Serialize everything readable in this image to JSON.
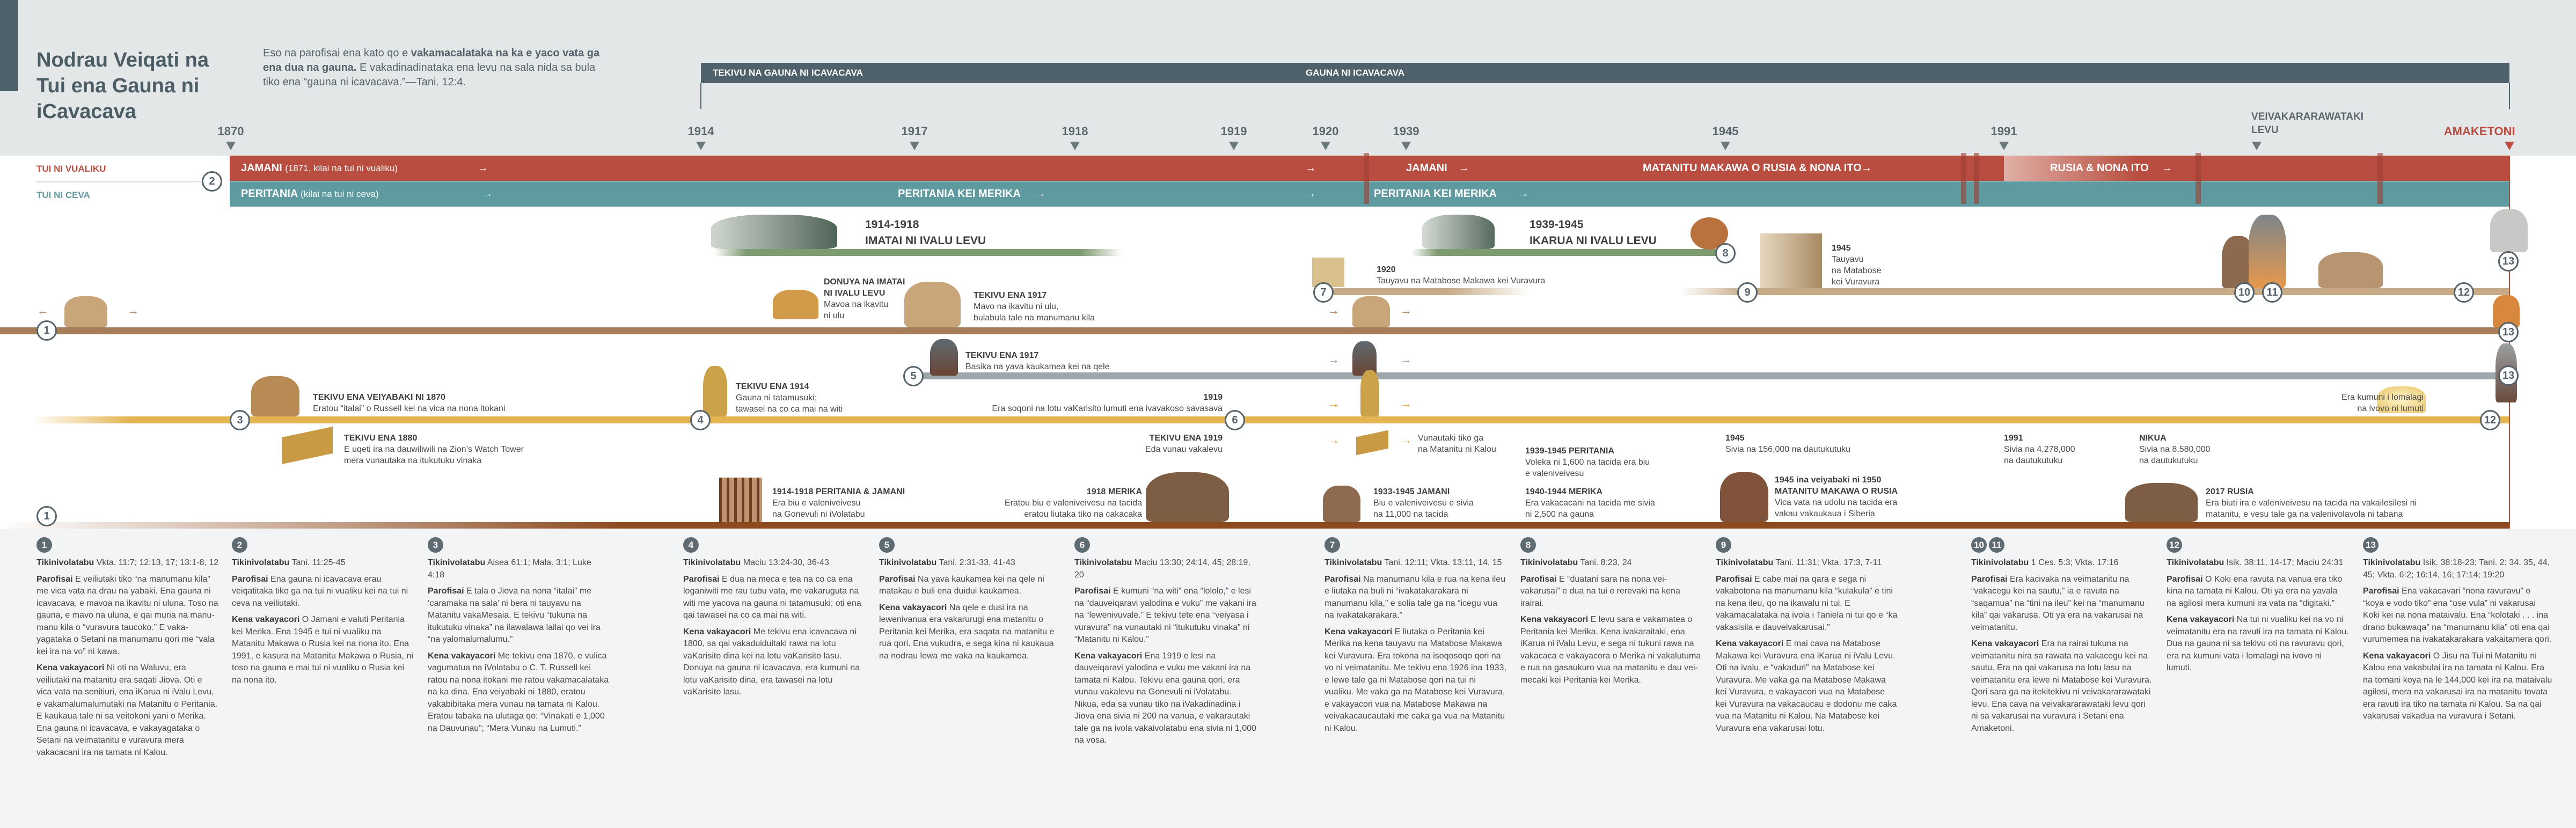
{
  "header": {
    "title": "Nodrau Veiqati na Tui ena Gauna ni iCavacava",
    "intro_pre": "Eso na parofisai ena kato qo e ",
    "intro_bold": "vakamacalataka na ka e yaco vata ga ena dua na gauna.",
    "intro_post": " E vakadinadinataka ena levu na sala nida sa bula tiko ena “gauna ni icavacava.”—Tani. 12:4.",
    "era_start": "TEKIVU NA GAUNA NI ICAVACAVA",
    "era_main": "GAUNA NI ICAVACAVA"
  },
  "years": [
    "1870",
    "1914",
    "1917",
    "1918",
    "1919",
    "1920",
    "1939",
    "1945",
    "1991",
    "VEIVAKARARAWATAKI LEVU",
    "AMAKETONI"
  ],
  "rows": {
    "north": "TUI NI VUALIKU",
    "south": "TUI NI CEVA"
  },
  "red_band": {
    "jamani": "JAMANI",
    "jamani_note": "(1871, kilai na tui ni vualiku)",
    "jamani2": "JAMANI",
    "ussr": "MATANITU MAKAWA O RUSIA & NONA ITO",
    "russia": "RUSIA & NONA ITO",
    "arrow": "→"
  },
  "teal_band": {
    "britain": "PERITANIA",
    "britain_note": "(kilai na tui ni ceva)",
    "angloam": "PERITANIA KEI MERIKA",
    "angloam2": "PERITANIA KEI MERIKA",
    "arrow": "→"
  },
  "markers": [
    "1",
    "2",
    "3",
    "4",
    "5",
    "6",
    "7",
    "8",
    "9",
    "10",
    "11",
    "12",
    "13",
    "13",
    "13",
    "12",
    "1"
  ],
  "events": [
    {
      "t": "1914-1918\nIMATAI NI IVALU LEVU",
      "s": ""
    },
    {
      "t": "1939-1945\nIKARUA NI IVALU LEVU",
      "s": ""
    },
    {
      "t": "DONUYA NA IMATAI\nNI IVALU LEVU",
      "s": "Mavoa na ikavitu\nni ulu"
    },
    {
      "t": "TEKIVU ENA 1917",
      "s": "Mavo na ikavitu ni ulu,\nbulabula tale na manumanu kila"
    },
    {
      "t": "1920",
      "s": "Tauyavu na Matabose Makawa kei Vuravura"
    },
    {
      "t": "1945",
      "s": "Tauyavu\nna Matabose\nkei Vuravura"
    },
    {
      "t": "TEKIVU ENA 1917",
      "s": "Basika na yava kaukamea kei na qele"
    },
    {
      "t": "TEKIVU ENA VEIYABAKI NI 1870",
      "s": "Eratou “italai” o Russell kei na vica na nona itokani"
    },
    {
      "t": "TEKIVU ENA 1880",
      "s": "E uqeti ira na dauwiliwili na Zion’s Watch Tower\nmera vunautaka na itukutuku vinaka"
    },
    {
      "t": "TEKIVU ENA 1914",
      "s": "Gauna ni tatamusuki;\ntawasei na co ca mai na witi"
    },
    {
      "t": "1919",
      "s": "Era soqoni na lotu vaKarisito lumuti ena ivavakoso savasava"
    },
    {
      "t": "TEKIVU ENA 1919",
      "s": "Eda vunau vakalevu"
    },
    {
      "t": "",
      "s": "Vunautaki tiko ga\nna Matanitu ni Kalou"
    },
    {
      "t": "",
      "s": "Era kumuni i lomalagi\nna ivovo ni lumuti"
    },
    {
      "t": "1945",
      "s": "Sivia na 156,000 na dautukutuku"
    },
    {
      "t": "1991",
      "s": "Sivia na 4,278,000\nna dautukutuku"
    },
    {
      "t": "NIKUA",
      "s": "Sivia na 8,580,000\nna dautukutuku"
    },
    {
      "t": "1914-1918 PERITANIA & JAMANI",
      "s": "Era biu e valeniveivesu\nna Gonevuli ni iVolatabu"
    },
    {
      "t": "1918 MERIKA",
      "s": "Eratou biu e valeniveivesu na tacida\neratou liutaka tiko na cakacaka"
    },
    {
      "t": "1933-1945 JAMANI",
      "s": "Biu e valeniveivesu e sivia\nna 11,000 na tacida"
    },
    {
      "t": "1939-1945 PERITANIA",
      "s": "Voleka ni 1,600 na tacida era biu\ne valeniveivesu"
    },
    {
      "t": "1940-1944 MERIKA",
      "s": "Era vakacacani na tacida me sivia\nni 2,500 na gauna"
    },
    {
      "t": "1945 ina veiyabaki ni 1950\nMATANITU MAKAWA O RUSIA",
      "s": "Vica vata na udolu na tacida era\nvakau vakaukaua i Siberia"
    },
    {
      "t": "2017 RUSIA",
      "s": "Era biuti ira e valeniveivesu na tacida na vakailesilesi ni\nmatanitu, e vesu tale ga na valenivolavola ni tabana"
    }
  ],
  "labels": {
    "ref": "Tikinivolatabu",
    "prophecy": "Parofisai",
    "fulfillment": "Kena vakayacori"
  },
  "columns": [
    {
      "badges": [
        "1"
      ],
      "ref": "Vkta. 11:7; 12:13, 17; 13:1-8, 12",
      "prophecy": "E veiliutaki tiko “na manu­manu kila” me vica vata na drau na yabaki. Ena gauna ni icavacava, e ma­voa na ikavitu ni uluna. Toso na gauna, e mavo na uluna, e qai muria na manu­manu kila o “vuravura taucoko.” E vaka­yagataka o Setani na manumanu qori me “vala kei ira na vo” ni kawa.",
      "fulfillment": "Ni oti na Waluvu, era veiliutaki na matanitu era saqati Jiova. Oti e vica vata na senitiuri, ena iKarua ni iValu Levu, e vakamalumalumutaki na Matanitu o Peritania. E kaukaua tale ni sa veitokoni yani o Merika. Ena gauna ni icavacava, e vakayagataka o Setani na veimatanitu e vuravura mera vakacacani ira na tamata ni Kalou."
    },
    {
      "badges": [
        "2"
      ],
      "ref": "Tani. 11:25-45",
      "prophecy": "Ena gauna ni icavacava erau veiqatitaka tiko ga na tui ni vualiku kei na tui ni ceva na veiliutaki.",
      "fulfillment": "O Jamani e valuti Peritania kei Merika. Ena 1945 e tui ni vualiku na Matanitu Makawa o Ru­sia kei na nona ito. Ena 1991, e kasura na Matanitu Makawa o Rusia, ni toso na gauna e mai tui ni vualiku o Rusia kei na nona ito."
    },
    {
      "badges": [
        "3"
      ],
      "ref": "Aisea 61:1; Mala. 3:1; Luke 4:18",
      "prophecy": "E tala o Jiova na nona “italai” me ‘caramaka na sala’ ni bera ni tau­yavu na Matanitu vakaMesaia. E tekivu “tukuna na itukutuku vinaka” na ilawa­lawa lailai qo vei ira “na yalomalu­malumu.”",
      "fulfillment": "Me tekivu ena 1870, e vulica vagumatua na iVolatabu o C. T. Russell kei ratou na nona itokani me ratou vakamacalataka na ka dina. Ena veiyabaki ni 1880, eratou vakabibi­taka mera vunau na tamata ni Kalou. Eratou tabaka na ulutaga qo: “Vinakati e 1,000 na Dauvunau”; “Mera Vunau na Lumuti.”"
    },
    {
      "badges": [
        "4"
      ],
      "ref": "Maciu 13:24-30, 36-43",
      "prophecy": "E dua na meca e tea na co ca ena loganiwiti me rau tubu vata, me vakaruguta na witi me yacova na gauna ni tatamusuki; oti ena qai tawasei na co ca mai na witi.",
      "fulfillment": "Me tekivu ena icava­cava ni 1800, sa qai vakaduiduitaki rawa na lotu vaKarisito dina kei na lotu vaKarisito lasu. Donuya na gauna ni icavacava, era kumuni na lotu vaKarisito dina, era tawasei na lotu vaKarisito lasu."
    },
    {
      "badges": [
        "5"
      ],
      "ref": "Tani. 2:31-33, 41-43",
      "prophecy": "Na yava kaukamea kei na qele ni matakau e buli ena duidui kaukamea.",
      "fulfillment": "Na qele e dusi ira na lewenivanua era vakarurugi ena matanitu o Peritania kei Merika, era saqata na matanitu e rua qori. Ena vukudra, e sega kina ni kaukaua na nodrau lewa me vaka na kaukamea."
    },
    {
      "badges": [
        "6"
      ],
      "ref": "Maciu 13:30; 24:14, 45; 28:19, 20",
      "prophecy": "E kumuni “na witi” ena “lololo,” e lesi na “dauveiqaravi yalodina e vuku” me vakani ira na “lewenivuvale.” E tekivu tete ena “veiyasa i vuravura” na vunautaki ni “itukutuku vinaka” ni “Matanitu ni Kalou.”",
      "fulfillment": "Ena 1919 e lesi na dauveiqaravi yalodina e vuku me vakani ira na tamata ni Kalou. Tekivu ena gauna qori, era vunau vakalevu na Gonevuli ni iVolatabu. Nikua, eda sa vunau tiko na iVakadinadina i Jiova ena sivia ni 200 na vanua, e vakarautaki tale ga na ivola vakaivolatabu ena sivia ni 1,000 na vosa."
    },
    {
      "badges": [
        "7"
      ],
      "ref": "Tani. 12:11; Vkta. 13:11, 14, 15",
      "prophecy": "Na manumanu kila e rua na kena ileu e liutaka na buli ni “ivakata­karakara ni manumanu kila,” e solia tale ga na “icegu vua na ivakatakara­kara.”",
      "fulfillment": "E liutaka o Peritania kei Merika na kena tauyavu na Matabose Makawa kei Vuravura. Era tokona na isoqosoqo qori na vo ni veimatanitu. Me tekivu ena 1926 ina 1933, e lewe tale ga ni Matabose qori na tui ni vualiku. Me vaka ga na Matabose kei Vuravura, e vakayacori vua na Matabose Makawa na veivakacaucautaki me caka ga vua na Matanitu ni Kalou."
    },
    {
      "badges": [
        "8"
      ],
      "ref": "Tani. 8:23, 24",
      "prophecy": "E “duatani sara na nona vei­vakarusai” e dua na tui e rerevaki na kena irairai.",
      "fulfillment": "E levu sara e vaka­matea o Peritania kei Merika. Kena ivakaraitaki, ena iKarua ni iValu Levu, e sega ni tukuni rawa na vakacaca e vaka­yacora o Merika ni vakalutuma e rua na gasaukuro vua na matanitu e dau vei­mecaki kei Peritania kei Merika."
    },
    {
      "badges": [
        "9"
      ],
      "ref": "Tani. 11:31; Vkta. 17:3, 7-11",
      "prophecy": "E cabe mai na qara e sega ni vakabotona na manumanu kila “kula­kula” e tini na kena ileu, qo na ikawalu ni tui. E vakamacalataka na ivola i Tani­ela ni tui qo e “ka vakasisila e dauvei­vakarusai.”",
      "fulfillment": "E mai cava na Mata­bose Makawa kei Vuravura ena iKarua ni iValu Levu. Oti na ivalu, e “vakaduri” na Matabose kei Vuravura. Me vaka ga na Matabose Makawa kei Vuravura, e vakayacori vua na Matabose kei Vura­vura na vakacaucau e dodonu me caka vua na Matanitu ni Kalou. Na Matabose kei Vuravura ena vakarusai lotu."
    },
    {
      "badges": [
        "10",
        "11"
      ],
      "ref": "1 Ces. 5:3; Vkta. 17:16",
      "prophecy": "Era kacivaka na veimatanitu na “vakacegu kei na sautu,” ia e ravuta na “saqamua” na “tini na ileu” kei na “manumanu kila” qai vakarusa. Oti ya era na vakarusai na veimatanitu.",
      "fulfillment": "Era na rairai tukuna na veimatanitu nira sa rawata na vakacegu kei na sautu. Era na qai vakarusa na lotu lasu na veimatanitu era lewe ni Matabose kei Vuravura. Qori sara ga na itekitekivu ni veivakararawataki levu. Ena cava na veivakararawataki levu qori ni sa vakarusai na vuravura i Setani ena Amaketoni."
    },
    {
      "badges": [
        "12"
      ],
      "ref": "Isik. 38:11, 14-17; Maciu 24:31",
      "prophecy": "O Koki ena ravuta na vanua era tiko kina na tamata ni Kalou. Oti ya era na yavala na agilosi mera kumuni ira vata na “digitaki.”",
      "fulfillment": "Na tui ni vualiku kei na vo ni veimatanitu era na ravuti ira na tamata ni Kalou. Dua na gauna ni sa tekivu oti na ravuravu qori, era na kumuni vata i lomalagi na ivovo ni lumuti."
    },
    {
      "badges": [
        "13"
      ],
      "ref": "Isik. 38:18-23; Tani. 2: 34, 35, 44, 45; Vkta. 6:2; 16:14, 16; 17:14; 19:20",
      "prophecy": "Ena vakacavari “nona ravu­ravu” o “koya e vodo tiko” ena “ose vula” ni vakarusai Koki kei na nona mataivalu. Ena “kolotaki . . . ina drano bukawaqa” na “manumanu kila” oti ena qai vurume­mea na ivakatakarakara vakaitamera qori.",
      "fulfillment": "O Jisu na Tui ni Matanitu ni Kalou ena vakabulai ira na tamata ni Kalou. Era na tomani koya na le 144,000 kei ira na mataivalu agilosi, mera na vakarusai ira na matanitu to­vata era ravuti ira tiko na tamata ni Kalou. Sa na qai vakarusai vakadua na vuravura i Setani."
    }
  ],
  "colors": {
    "red": "#b94e40",
    "teal": "#5e9a9f",
    "gold": "#e3b44f",
    "brown": "#a77e5c",
    "tan": "#c8ab86",
    "iron": "#9ea8aa",
    "war": "#7e9a70",
    "dark": "#4f616a"
  }
}
